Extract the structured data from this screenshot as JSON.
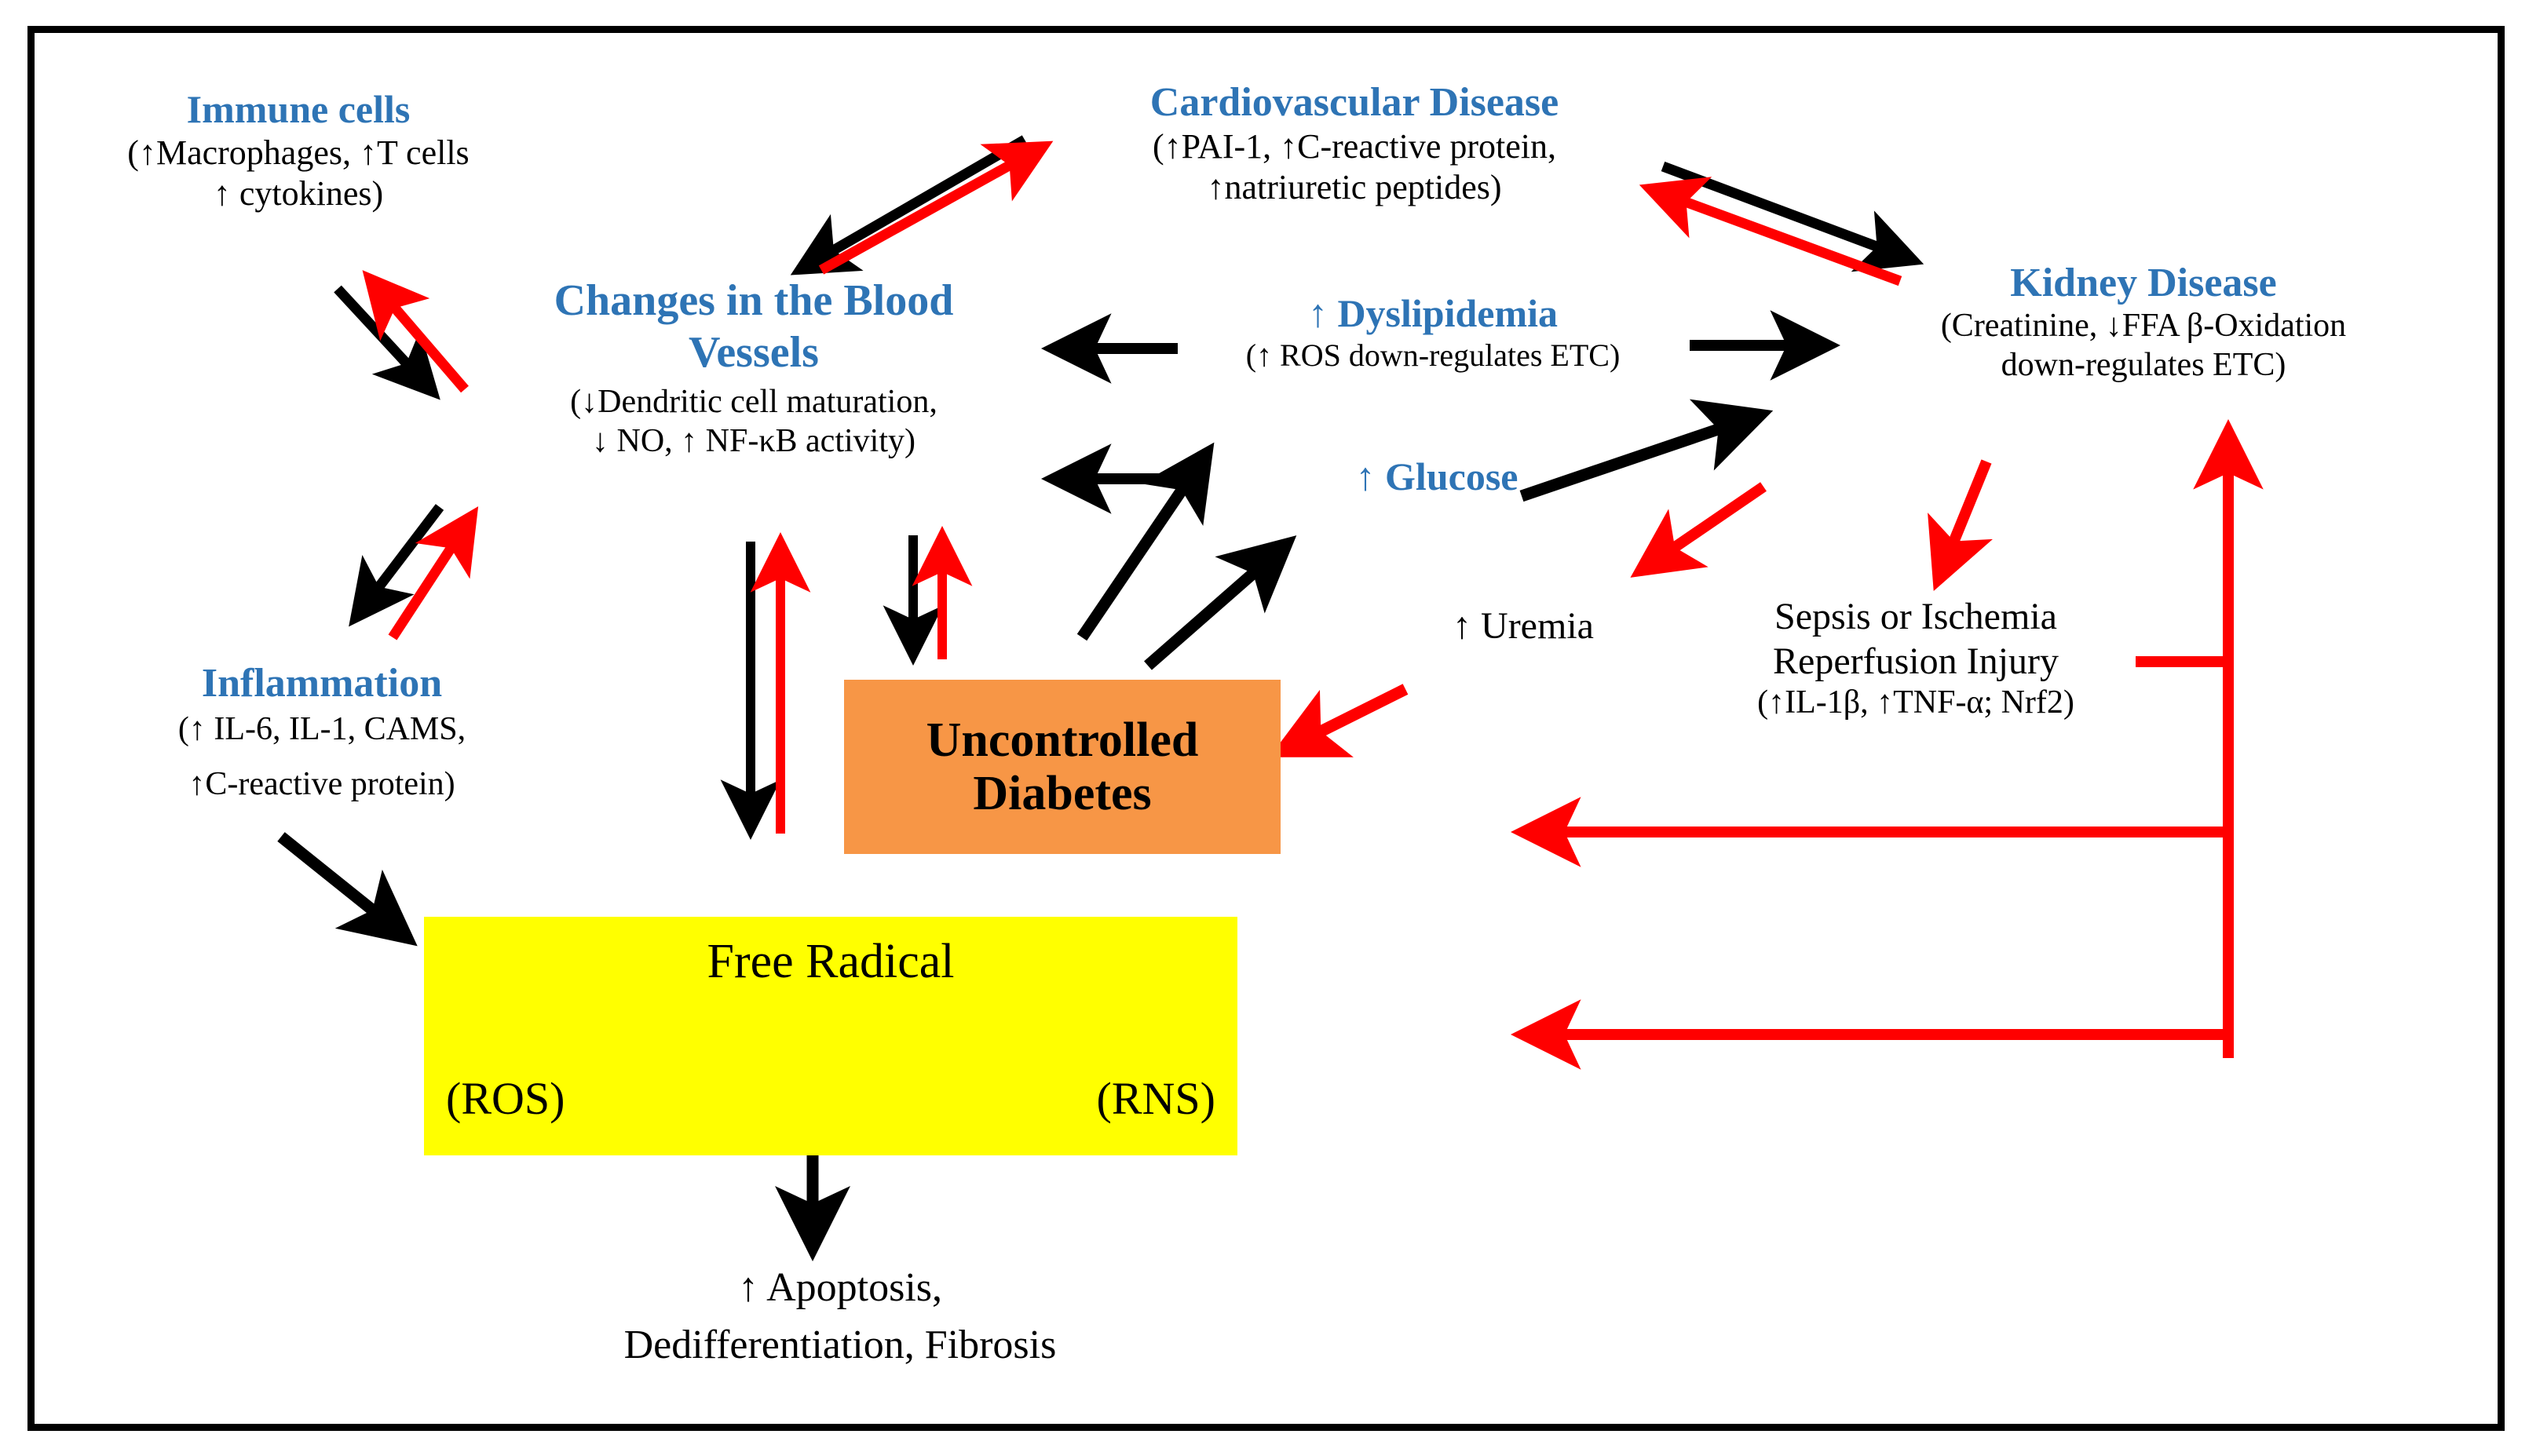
{
  "diagram": {
    "title_colors": {
      "heading_blue": "#2E74B5",
      "arrow_black": "#000000",
      "arrow_red": "#FF0000",
      "diabetes_box": "#F79646",
      "free_radical_box": "#FFFF00",
      "frame": "#000000"
    },
    "nodes": {
      "immune_cells": {
        "heading": "Immune cells",
        "line1": "(↑Macrophages,  ↑T cells",
        "line2": "↑ cytokines)"
      },
      "cardiovascular_disease": {
        "heading": "Cardiovascular Disease",
        "line1": "(↑PAI-1, ↑C-reactive protein,",
        "line2": "↑natriuretic peptides)"
      },
      "blood_vessels": {
        "heading_line1": "Changes in the Blood",
        "heading_line2": "Vessels",
        "line1": "(↓Dendritic cell maturation,",
        "line2": "↓ NO, ↑ NF-κB activity)"
      },
      "dyslipidemia": {
        "heading": "↑ Dyslipidemia",
        "line1": "(↑ ROS down-regulates ETC)"
      },
      "kidney_disease": {
        "heading": "Kidney Disease",
        "line1": "(Creatinine, ↓FFA β-Oxidation",
        "line2": "down-regulates ETC)"
      },
      "glucose": {
        "heading": "↑ Glucose"
      },
      "uremia": {
        "label": "↑ Uremia"
      },
      "inflammation": {
        "heading": "Inflammation",
        "line1": "(↑ IL-6, IL-1, CAMS,",
        "line2": "↑C-reactive protein)"
      },
      "uncontrolled_diabetes": {
        "line1": "Uncontrolled",
        "line2": "Diabetes"
      },
      "sepsis": {
        "line1": "Sepsis or Ischemia",
        "line2": "Reperfusion Injury",
        "line3": "(↑IL-1β, ↑TNF-α; Nrf2)"
      },
      "free_radical": {
        "heading": "Free Radical",
        "left": "(ROS)",
        "right": "(RNS)"
      },
      "outcomes": {
        "line1": "↑ Apoptosis,",
        "line2": "Dedifferentiation,  Fibrosis"
      }
    },
    "edges": [
      {
        "id": "cvd-to-vessels",
        "from": "cardiovascular_disease",
        "to": "blood_vessels",
        "color": "black"
      },
      {
        "id": "vessels-to-cvd",
        "from": "blood_vessels",
        "to": "cardiovascular_disease",
        "color": "red"
      },
      {
        "id": "cvd-to-kidney",
        "from": "cardiovascular_disease",
        "to": "kidney_disease",
        "color": "black"
      },
      {
        "id": "kidney-to-cvd",
        "from": "kidney_disease",
        "to": "cardiovascular_disease",
        "color": "red"
      },
      {
        "id": "immune-to-vessels",
        "from": "immune_cells",
        "to": "blood_vessels",
        "color": "black"
      },
      {
        "id": "vessels-to-immune",
        "from": "blood_vessels",
        "to": "immune_cells",
        "color": "red"
      },
      {
        "id": "vessels-to-inflammation",
        "from": "blood_vessels",
        "to": "inflammation",
        "color": "black"
      },
      {
        "id": "inflammation-to-vessels",
        "from": "inflammation",
        "to": "blood_vessels",
        "color": "red"
      },
      {
        "id": "inflammation-to-free-radical",
        "from": "inflammation",
        "to": "free_radical",
        "color": "black"
      },
      {
        "id": "vessels-down-long",
        "from": "blood_vessels",
        "to": "free_radical_region",
        "color": "black"
      },
      {
        "id": "up-long-red",
        "from": "free_radical_region",
        "to": "blood_vessels",
        "color": "red"
      },
      {
        "id": "vessels-to-diabetes",
        "from": "blood_vessels",
        "to": "uncontrolled_diabetes",
        "color": "black"
      },
      {
        "id": "diabetes-to-vessels",
        "from": "uncontrolled_diabetes",
        "to": "blood_vessels",
        "color": "red"
      },
      {
        "id": "dyslipidemia-to-vessels",
        "from": "dyslipidemia",
        "to": "blood_vessels",
        "color": "black"
      },
      {
        "id": "glucose-to-vessels",
        "from": "glucose",
        "to": "blood_vessels",
        "color": "black"
      },
      {
        "id": "dyslipidemia-to-kidney",
        "from": "dyslipidemia",
        "to": "kidney_disease",
        "color": "black"
      },
      {
        "id": "diabetes-to-dyslipidemia",
        "from": "uncontrolled_diabetes",
        "to": "dyslipidemia",
        "color": "black"
      },
      {
        "id": "diabetes-to-glucose",
        "from": "uncontrolled_diabetes",
        "to": "glucose",
        "color": "black"
      },
      {
        "id": "glucose-to-kidney",
        "from": "glucose",
        "to": "kidney_disease",
        "color": "black"
      },
      {
        "id": "kidney-to-uremia",
        "from": "kidney_disease",
        "to": "uremia",
        "color": "red"
      },
      {
        "id": "kidney-to-sepsis",
        "from": "kidney_disease",
        "to": "sepsis",
        "color": "red"
      },
      {
        "id": "uremia-to-diabetes",
        "from": "uremia",
        "to": "uncontrolled_diabetes",
        "color": "red"
      },
      {
        "id": "sepsis-feedback-spine",
        "from": "sepsis",
        "to": "kidney_disease",
        "color": "red"
      },
      {
        "id": "feedback-left-upper",
        "from": "spine",
        "to": "diabetes_region",
        "color": "red"
      },
      {
        "id": "feedback-left-lower",
        "from": "spine",
        "to": "free_radical_region",
        "color": "red"
      },
      {
        "id": "free-radical-to-outcomes",
        "from": "free_radical",
        "to": "outcomes",
        "color": "black"
      }
    ]
  }
}
